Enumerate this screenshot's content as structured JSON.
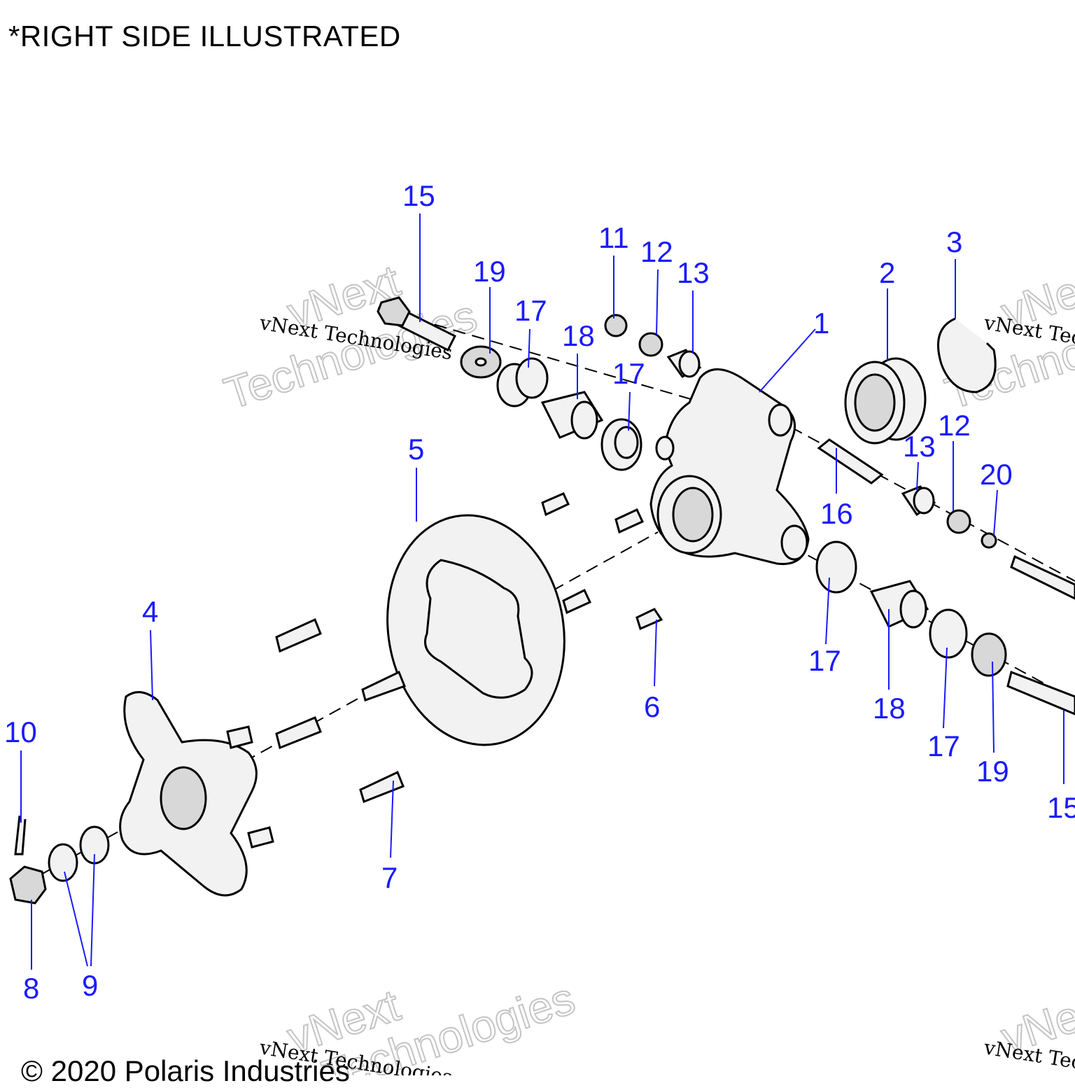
{
  "heading": "*RIGHT SIDE ILLUSTRATED",
  "watermark": {
    "line": "vNext Technologies",
    "word1": "vNext",
    "word2": "Technologies"
  },
  "copyright": "© 2020 Polaris Industries",
  "callouts": {
    "c1": "1",
    "c2": "2",
    "c3": "3",
    "c4": "4",
    "c5": "5",
    "c6": "6",
    "c7": "7",
    "c8": "8",
    "c9": "9",
    "c10": "10",
    "c11": "11",
    "c12": "12",
    "c12b": "12",
    "c13": "13",
    "c13b": "13",
    "c15": "15",
    "c15b": "15",
    "c16": "16",
    "c17a": "17",
    "c17b": "17",
    "c17c": "17",
    "c17d": "17",
    "c18a": "18",
    "c18b": "18",
    "c19a": "19",
    "c19b": "19",
    "c20": "20"
  },
  "colors": {
    "callout": "#1a1aff",
    "line": "#000000",
    "part_fill": "#f2f2f2",
    "watermark_outline": "#c4c4c4"
  }
}
